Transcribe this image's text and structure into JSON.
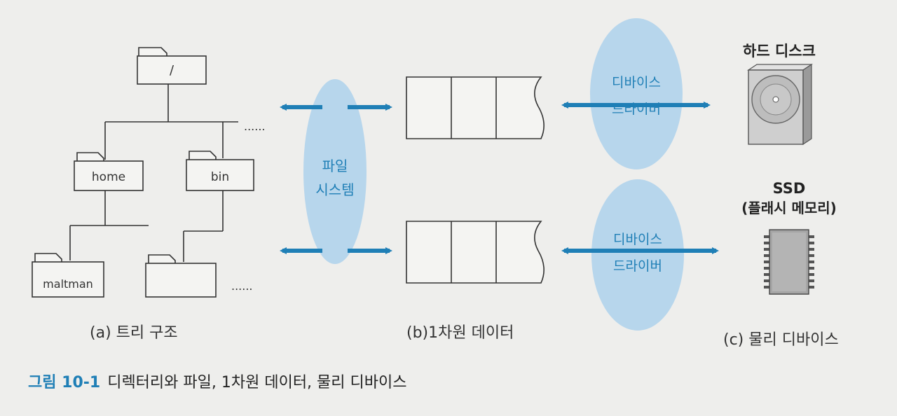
{
  "tree": {
    "root_label": "/",
    "nodes": [
      "home",
      "bin",
      "maltman"
    ],
    "ellipsis": "......",
    "caption": "(a) 트리 구조"
  },
  "filesystem_label": [
    "파일",
    "시스템"
  ],
  "one_dim_data": {
    "caption": "(b)1차원 데이터"
  },
  "device_driver_label": [
    "디바이스",
    "드라이버"
  ],
  "devices": {
    "hdd_label": "하드 디스크",
    "ssd_label_line1": "SSD",
    "ssd_label_line2": "(플래시 메모리)",
    "caption": "(c) 물리 디바이스"
  },
  "figure": {
    "number": "그림 10-1",
    "title": "디렉터리와 파일, 1차원 데이터, 물리 디바이스"
  },
  "colors": {
    "accent": "#1f7fb6",
    "ellipse": "#b7d6ec",
    "hdd": "#cfcfcf"
  }
}
